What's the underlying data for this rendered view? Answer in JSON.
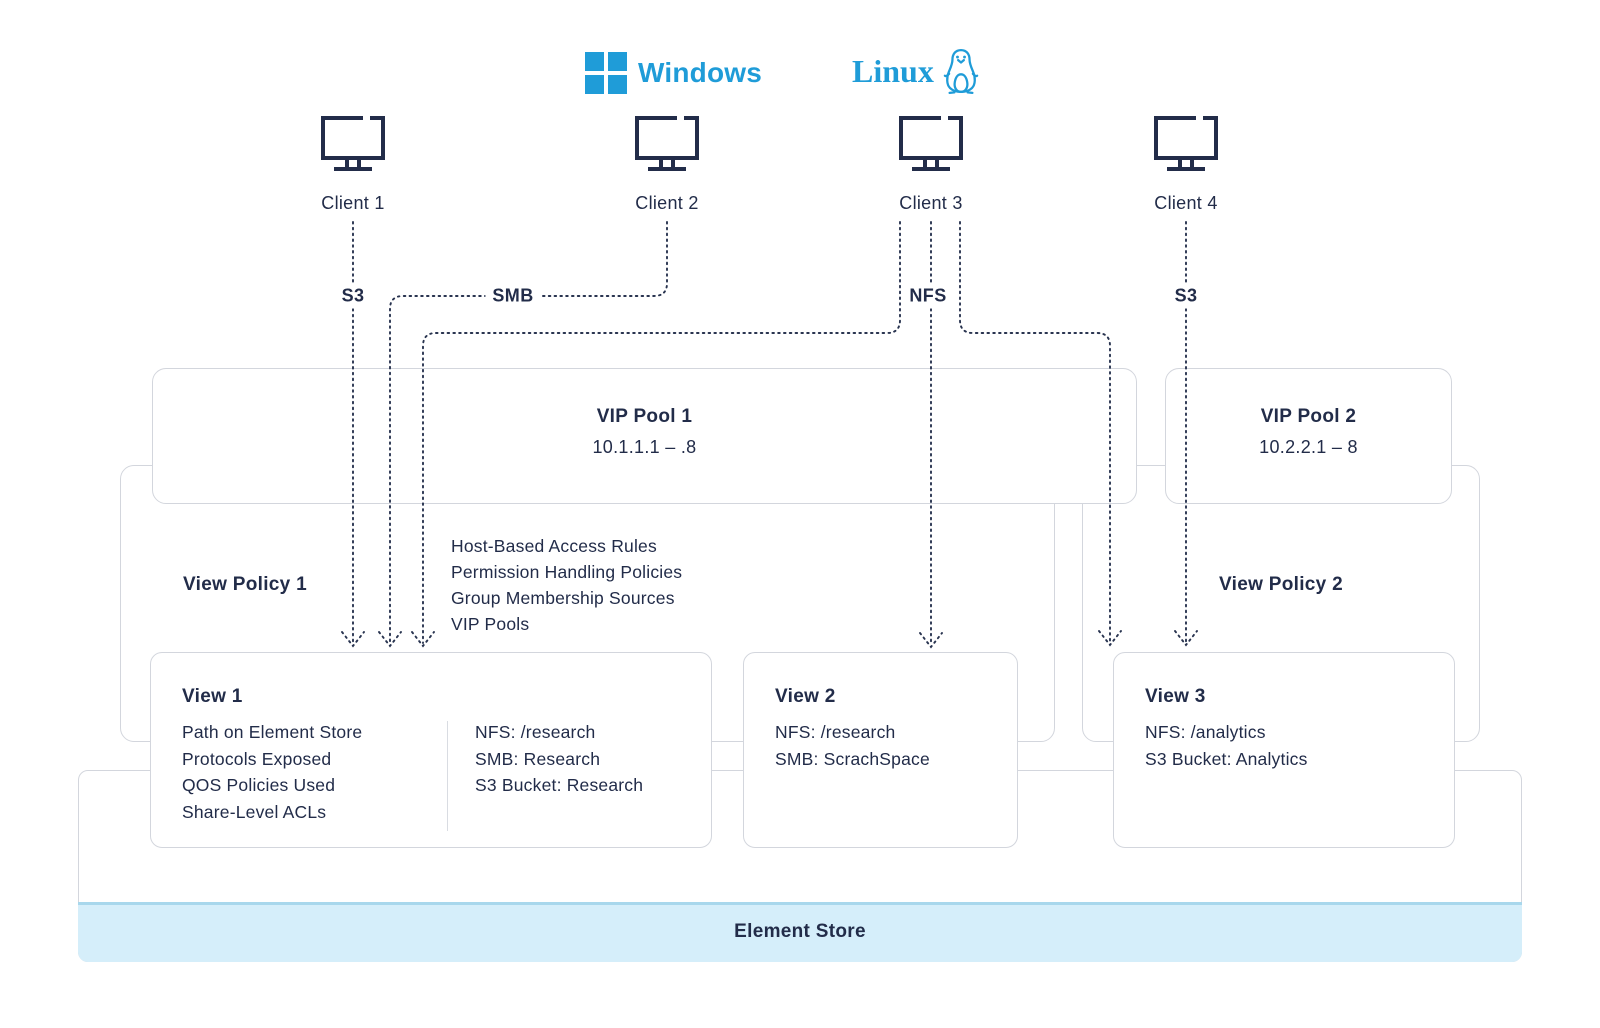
{
  "header": {
    "windows_label": "Windows",
    "linux_label": "Linux"
  },
  "clients": [
    {
      "label": "Client 1"
    },
    {
      "label": "Client 2"
    },
    {
      "label": "Client 3"
    },
    {
      "label": "Client 4"
    }
  ],
  "protocol_labels": {
    "client1": "S3",
    "client2": "SMB",
    "client3": "NFS",
    "client4": "S3"
  },
  "vip_pools": [
    {
      "title": "VIP Pool 1",
      "range": "10.1.1.1 – .8"
    },
    {
      "title": "VIP Pool 2",
      "range": "10.2.2.1 – 8"
    }
  ],
  "view_policies": [
    {
      "title": "View Policy 1",
      "items": [
        "Host-Based Access Rules",
        "Permission Handling Policies",
        "Group Membership Sources",
        "VIP Pools"
      ]
    },
    {
      "title": "View Policy 2"
    }
  ],
  "views": [
    {
      "title": "View 1",
      "left_items": [
        "Path on Element Store",
        "Protocols Exposed",
        "QOS Policies Used",
        "Share-Level ACLs"
      ],
      "right_items": [
        "NFS: /research",
        "SMB: Research",
        "S3 Bucket: Research"
      ]
    },
    {
      "title": "View 2",
      "items": [
        "NFS: /research",
        "SMB: ScrachSpace"
      ]
    },
    {
      "title": "View 3",
      "items": [
        "NFS: /analytics",
        "S3 Bucket: Analytics"
      ]
    }
  ],
  "element_store": {
    "label": "Element Store"
  },
  "colors": {
    "accent_blue": "#1f9cd8",
    "navy_text": "#222c49",
    "box_border": "#d3d6dd",
    "store_fill": "#d5eefa",
    "store_edge": "#a8d7ec"
  }
}
